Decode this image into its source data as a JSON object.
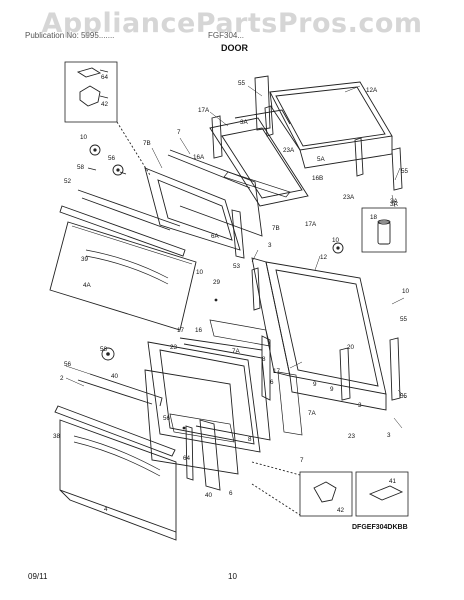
{
  "watermark": "AppliancePartsPros.com",
  "header": {
    "left": "Publication No: 5995.......",
    "right": "FGF304...",
    "section": "DOOR"
  },
  "footer": {
    "date": "09/11",
    "page": "10",
    "diagram_code": "DFGEF304DKBB"
  },
  "callouts": [
    "64",
    "42",
    "55",
    "12A",
    "3A",
    "17A",
    "7",
    "7B",
    "16A",
    "23A",
    "5A",
    "16B",
    "55",
    "3A",
    "10",
    "56",
    "58",
    "52",
    "23A",
    "3A",
    "18",
    "10",
    "17A",
    "7B",
    "6A",
    "3",
    "53",
    "39",
    "10",
    "12",
    "4A",
    "29",
    "10",
    "55",
    "56",
    "58",
    "40",
    "7A",
    "9",
    "20",
    "2",
    "16",
    "17",
    "8",
    "23",
    "17",
    "6",
    "7A",
    "8",
    "9",
    "3",
    "55",
    "23",
    "3",
    "38",
    "56",
    "64",
    "40",
    "4",
    "6",
    "7",
    "42",
    "41"
  ]
}
